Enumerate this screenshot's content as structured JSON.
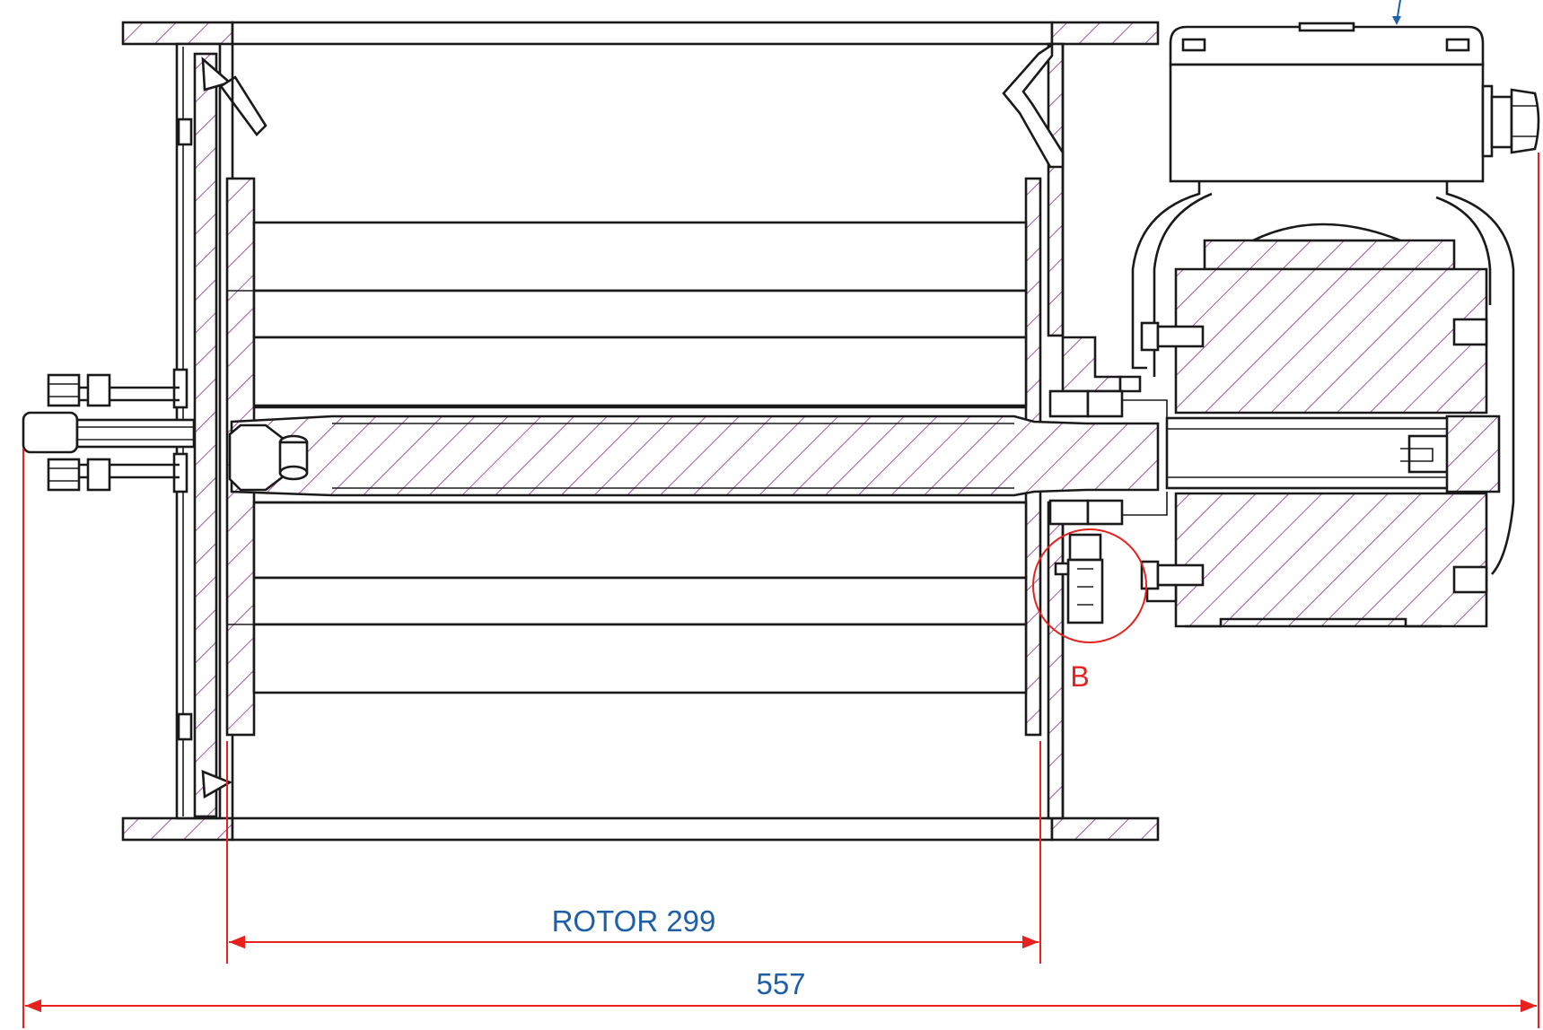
{
  "drawing": {
    "dimensions": [
      {
        "label": "ROTOR 299",
        "value": 299
      },
      {
        "label": "557",
        "value": 557
      }
    ],
    "detail_callout": "B",
    "colors": {
      "outline": "#1a1a1a",
      "hatch": "#8b2c86",
      "dimension_line": "#e8211d",
      "dimension_text": "#1f5fa8"
    }
  }
}
